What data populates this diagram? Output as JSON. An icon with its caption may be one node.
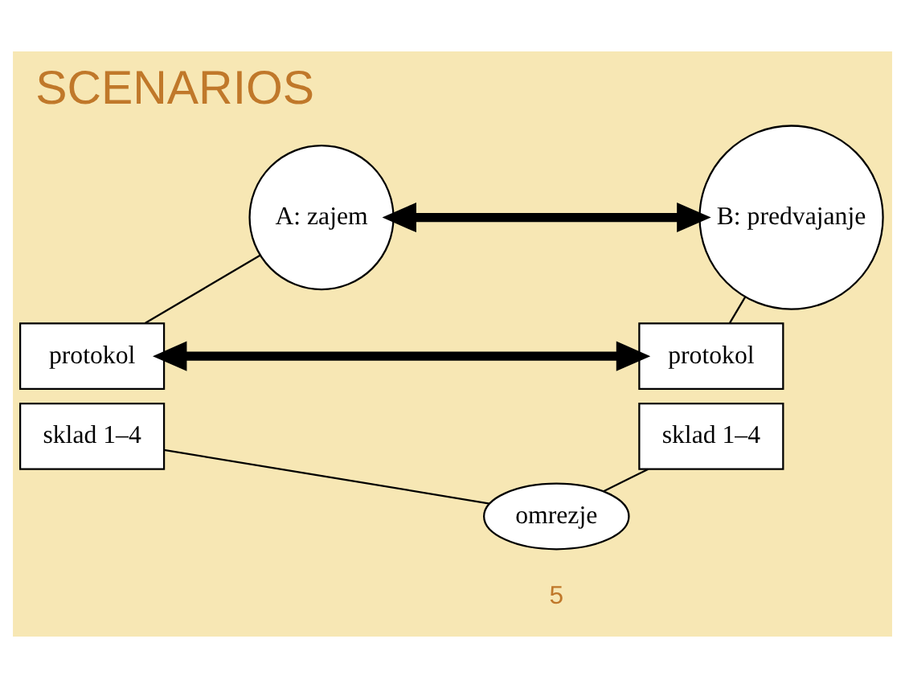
{
  "diagram": {
    "title": "SCENARIOS",
    "nodes": [
      {
        "text": [
          "A: zajem"
        ]
      },
      {
        "text": [
          "B: predvajanje"
        ]
      },
      {
        "text": [
          "protokol"
        ]
      },
      {
        "text": [
          "sklad 1–4"
        ]
      },
      {
        "text": [
          "protokol"
        ]
      },
      {
        "text": [
          "sklad 1–4"
        ]
      },
      {
        "text": [
          "omrezje"
        ]
      }
    ],
    "edges": [
      {
        "from": 0,
        "to": 1,
        "arrow": "both",
        "style": "thick"
      },
      {
        "from": 0,
        "to": 2,
        "arrow": "none"
      },
      {
        "from": 1,
        "to": 4,
        "arrow": "none"
      },
      {
        "from": 2,
        "to": 4,
        "arrow": "both",
        "style": "thick"
      },
      {
        "from": 3,
        "to": 6,
        "arrow": "none"
      },
      {
        "from": 6,
        "to": 5,
        "arrow": "none"
      }
    ],
    "labels": [
      "5"
    ]
  }
}
